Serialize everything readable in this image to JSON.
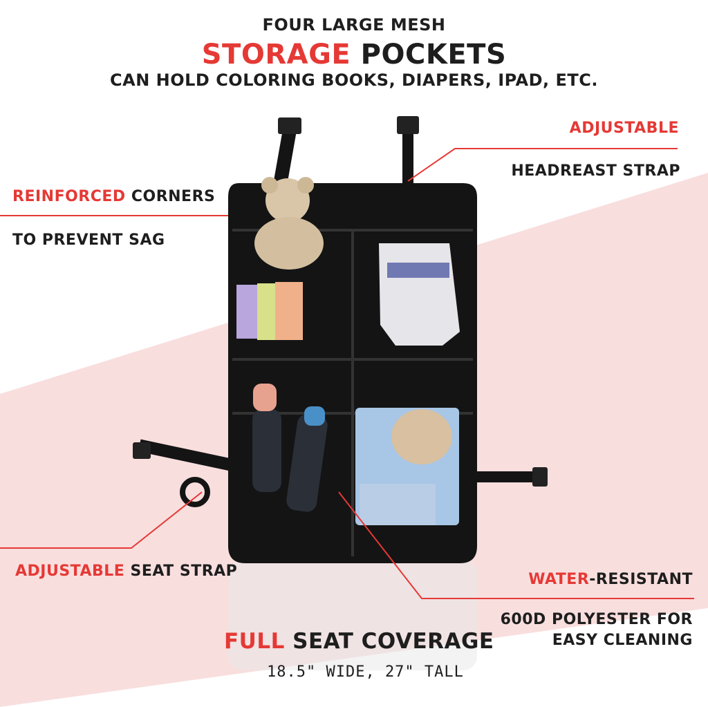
{
  "header": {
    "line1": "FOUR LARGE MESH",
    "line2_red": "STORAGE",
    "line2_dark": " POCKETS",
    "line3": "CAN HOLD COLORING BOOKS, DIAPERS, IPAD, ETC."
  },
  "callouts": {
    "adjustable_headrest": {
      "red": "ADJUSTABLE",
      "dark": "HEADREAST STRAP"
    },
    "reinforced": {
      "red": "REINFORCED",
      "dark": " CORNERS",
      "line2": "TO PREVENT SAG"
    },
    "seat_strap": {
      "red": "ADJUSTABLE",
      "dark": " SEAT STRAP"
    },
    "water": {
      "red": "WATER",
      "dark": "-RESISTANT",
      "line2": "600D POLYESTER FOR",
      "line3": "EASY CLEANING"
    },
    "coverage": {
      "red": "FULL",
      "dark": " SEAT COVERAGE",
      "dims": "18.5\" WIDE, 27\" TALL"
    }
  },
  "colors": {
    "accent": "#e53935",
    "text": "#1e1e1e",
    "band": "#f9dede",
    "organizer": "#141414"
  }
}
